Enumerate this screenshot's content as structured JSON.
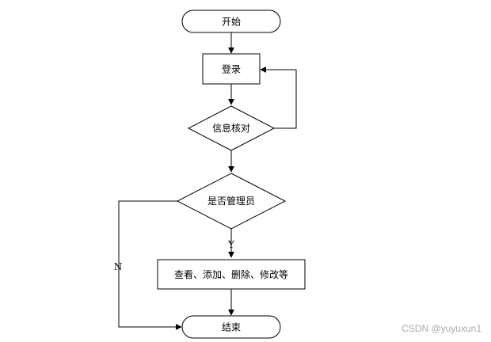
{
  "nodes": {
    "start": "开始",
    "login": "登录",
    "verify": "信息核对",
    "is_admin": "是否管理员",
    "actions": "查看、添加、删除、修改等",
    "end": "结束"
  },
  "edges": {
    "yes_label": "Y",
    "no_label": "N"
  },
  "watermark": "CSDN @yuyuxun1"
}
